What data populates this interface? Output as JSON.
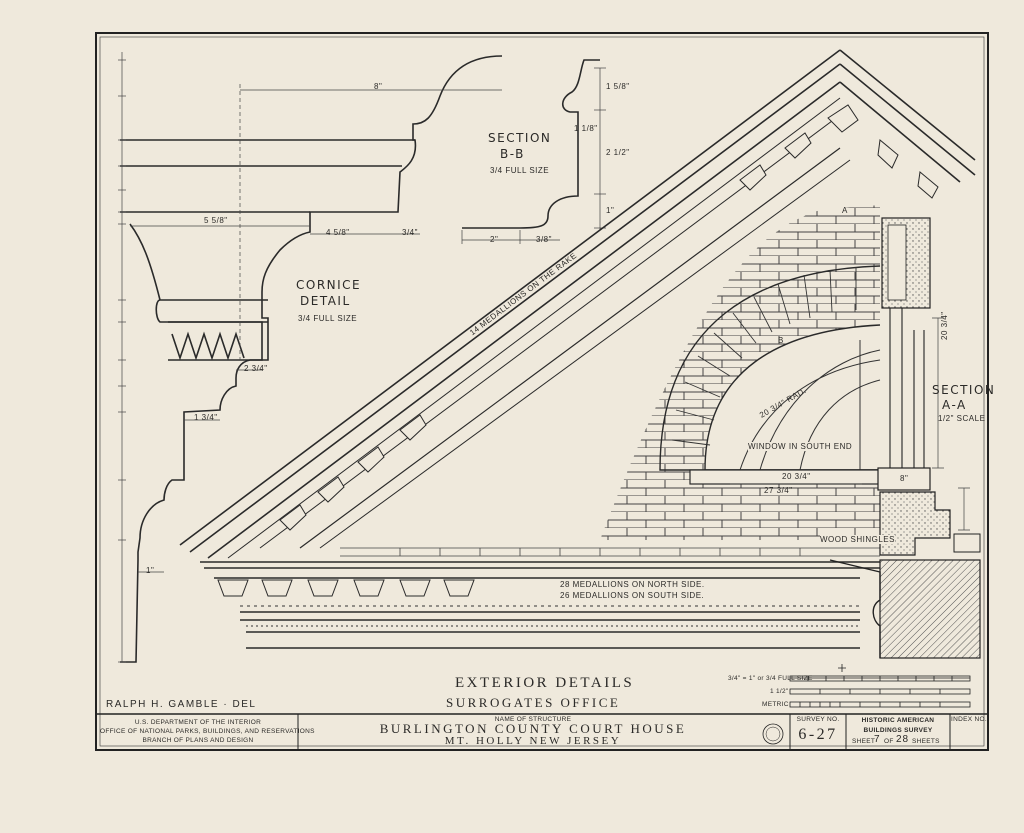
{
  "drawing": {
    "title": "EXTERIOR DETAILS",
    "subtitle": "SURROGATES OFFICE",
    "delineator": "RALPH H. GAMBLE · DEL",
    "cornice": {
      "title_line1": "CORNICE",
      "title_line2": "DETAIL",
      "scale": "3/4 FULL SIZE",
      "dims": [
        "8\"",
        "5 5/8\"",
        "4 5/8\"",
        "3/4\"",
        "2 3/4\"",
        "1 3/4\"",
        "1\""
      ]
    },
    "section_bb": {
      "title_line1": "SECTION",
      "title_line2": "B-B",
      "scale": "3/4 FULL SIZE",
      "dims": [
        "2\"",
        "3/8\"",
        "1 5/8\"",
        "2 1/2\"",
        "1 1/8\"",
        "1\""
      ]
    },
    "section_aa": {
      "title_line1": "SECTION",
      "title_line2": "A-A",
      "scale": "1/2\" SCALE",
      "dims": [
        "20 3/4\"",
        "8\""
      ]
    },
    "pediment": {
      "rake_note": "14 MEDALLIONS ON THE RAKE",
      "north_note": "28 MEDALLIONS ON NORTH SIDE.",
      "south_note": "26 MEDALLIONS ON SOUTH SIDE.",
      "window_label": "WINDOW IN SOUTH END",
      "shingles_label": "WOOD SHINGLES",
      "dims": [
        "20 3/4\"",
        "27 3/4\"",
        "20 3/4\" RAD."
      ],
      "markers": [
        "A",
        "B"
      ]
    },
    "scale_bar": {
      "label1": "3/4\" = 1\" or 3/4 FULL SIZE",
      "label2": "1 1/2\"",
      "label3": "METRIC"
    }
  },
  "title_block": {
    "agency_line1": "U.S. DEPARTMENT OF THE INTERIOR",
    "agency_line2": "OFFICE OF NATIONAL PARKS, BUILDINGS, AND RESERVATIONS",
    "agency_line3": "BRANCH OF PLANS AND DESIGN",
    "name_caption": "NAME OF STRUCTURE",
    "structure_name": "BURLINGTON COUNTY COURT HOUSE",
    "location": "MT. HOLLY NEW JERSEY",
    "survey_caption": "SURVEY NO.",
    "survey_no": "6-27",
    "habs_line1": "HISTORIC AMERICAN",
    "habs_line2": "BUILDINGS SURVEY",
    "sheet_label": "SHEET",
    "sheet_no": "7",
    "sheet_of": "OF",
    "sheet_total": "28",
    "sheets_label": "SHEETS",
    "index_caption": "INDEX NO."
  }
}
